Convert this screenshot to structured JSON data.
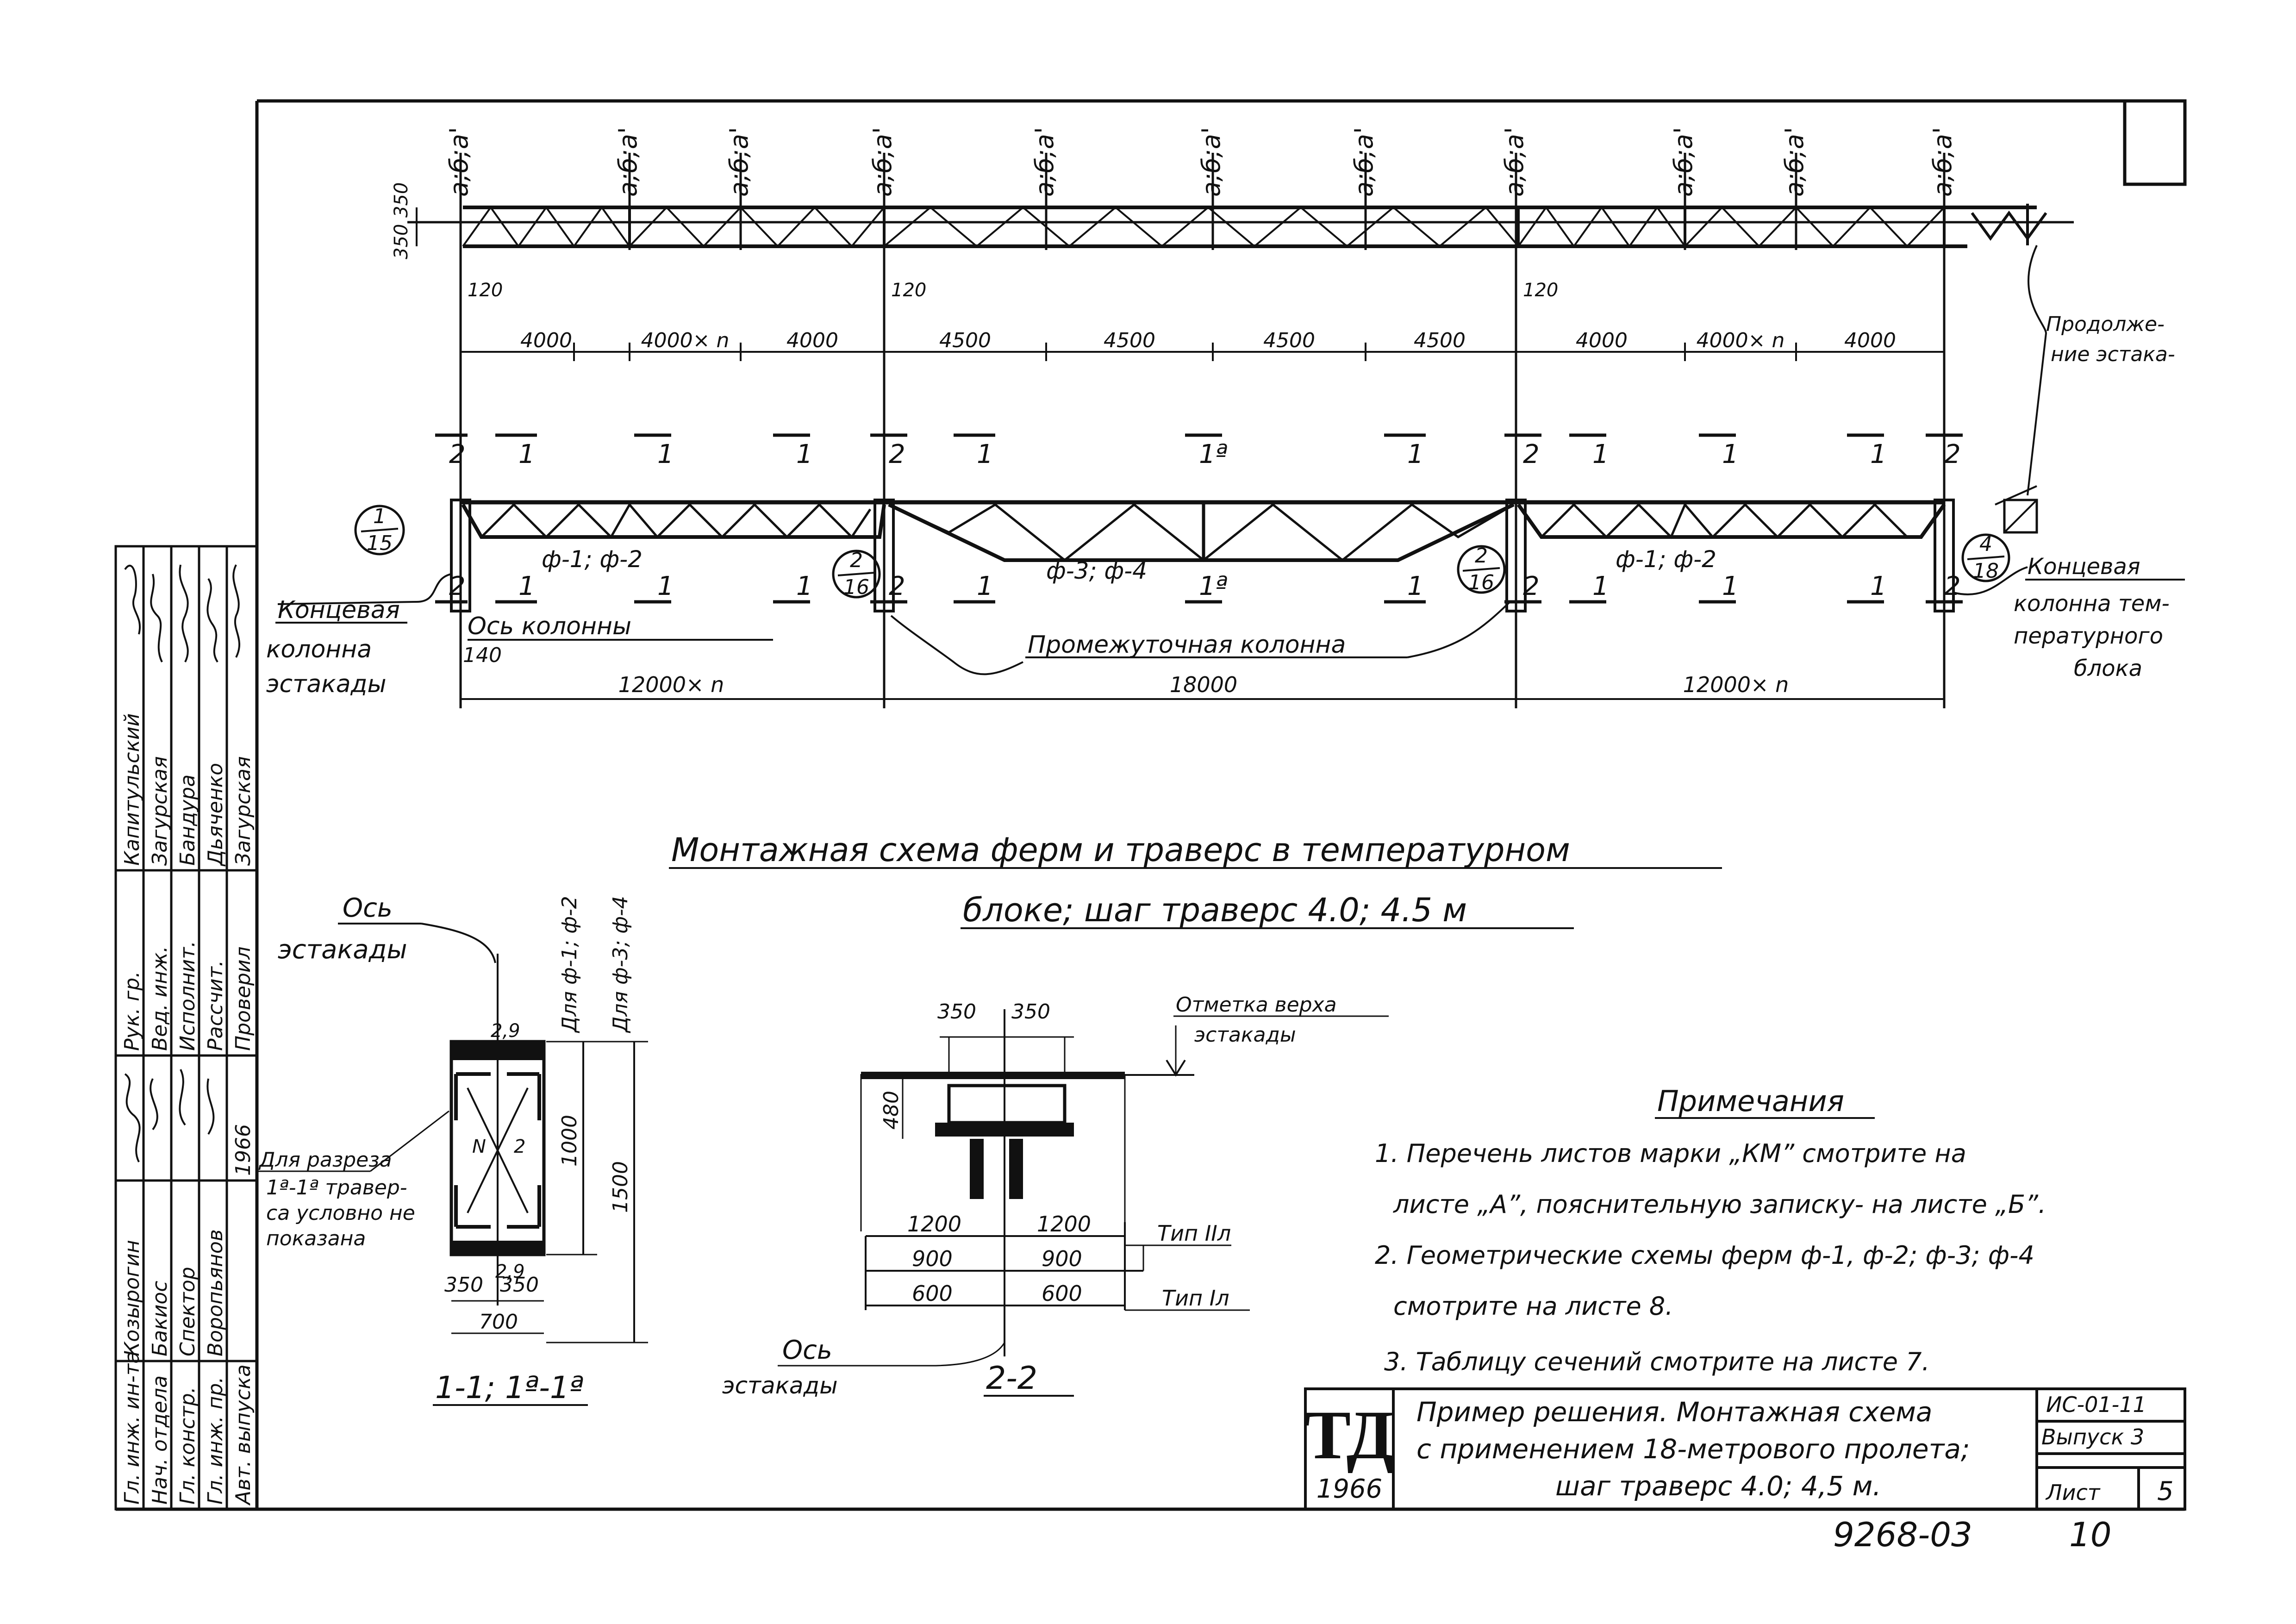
{
  "dim_top": {
    "h350a": "350",
    "h350b": "350",
    "spans_row": [
      "4000",
      "4000× n",
      "4000",
      "4500",
      "4500",
      "4500",
      "4500",
      "4000",
      "4000× n",
      "4000"
    ],
    "offsets": [
      "120",
      "120",
      "120"
    ],
    "bottom_row": [
      "12000× n",
      "18000",
      "12000× n"
    ],
    "offset_140": "140"
  },
  "truss_marks": [
    "а;б;а'",
    "а;б;а'",
    "а;б;а'",
    "а;б;а'",
    "а;б;а'",
    "а;б;а'",
    "а;б;а'",
    "а;б;а'",
    "а;б;а'",
    "а;б;а'",
    "а;б;а'"
  ],
  "section_marks": {
    "top": [
      "2",
      "1",
      "1",
      "1",
      "2",
      "1",
      "1ª",
      "1",
      "2",
      "1",
      "1",
      "1",
      "2"
    ],
    "bottom": [
      "2",
      "1",
      "1",
      "1",
      "2",
      "1",
      "1ª",
      "1",
      "2",
      "1",
      "1",
      "1",
      "2"
    ]
  },
  "truss_labels": [
    "ф-1; ф-2",
    "ф-3; ф-4",
    "ф-1; ф-2"
  ],
  "node_refs": [
    {
      "num": "1",
      "den": "15"
    },
    {
      "num": "2",
      "den": "16"
    },
    {
      "num": "2",
      "den": "16"
    },
    {
      "num": "4",
      "den": "18"
    }
  ],
  "callouts": {
    "end_column": [
      "Концевая",
      "колонна",
      "эстакады"
    ],
    "column_axis": "Ось колонны",
    "intermediate": "Промежуточная колонна",
    "end_column_block": [
      "Концевая",
      "колонна тем-",
      "пературного",
      "блока"
    ],
    "continuation": [
      "Продолжe-",
      "ние эстака-"
    ]
  },
  "main_title": [
    "Монтажная схема ферм и траверс в температурном",
    "блоке; шаг траверс 4.0; 4.5 м"
  ],
  "section_1": {
    "axis": [
      "Ось",
      "эстакады"
    ],
    "for_f12": "Для ф-1; ф-2",
    "for_f34": "Для ф-3; ф-4",
    "h1000": "1000",
    "h1500": "1500",
    "b350a": "350",
    "b350b": "350",
    "b700": "700",
    "n29a": "2,9",
    "n29b": "2,9",
    "nN": "N",
    "n2": "2",
    "note": [
      "Для разреза",
      "1ª-1ª травер-",
      "са условно не",
      "показана"
    ],
    "caption": "1-1; 1ª-1ª"
  },
  "section_2": {
    "w350a": "350",
    "w350b": "350",
    "h480": "480",
    "level": [
      "Отметка верха",
      "эстакады"
    ],
    "rows": [
      {
        "left": "1200",
        "right": "1200",
        "type": "Тип IIл"
      },
      {
        "left": "900",
        "right": "900",
        "type": ""
      },
      {
        "left": "600",
        "right": "600",
        "type": "Тип Iл"
      }
    ],
    "axis": [
      "Ось",
      "эстакады"
    ],
    "caption": "2-2"
  },
  "notes": {
    "title": "Примечания",
    "lines": [
      "1. Перечень листов марки „КМ” смотрите на",
      "листе „А”, пояснительную записку- на листе „Б”.",
      "2. Геометрические схемы ферм ф-1, ф-2; ф-3; ф-4",
      "смотрите на листе 8.",
      "3. Таблицу сечений смотрите на листе 7."
    ]
  },
  "stamp": {
    "roles": [
      "Гл. инж. ин-та",
      "Нач. отдела",
      "Гл. констр.",
      "Гл. инж. пр.",
      "Авт. выпуска",
      "Рук. гр.",
      "Вед. инж.",
      "Исполнит.",
      "Рассчит.",
      "Проверил"
    ],
    "names": [
      "Козырогин",
      "Бакиос",
      "Спектор",
      "Воропьянов",
      "",
      "Капитульский",
      "Загурская",
      "Бандура",
      "Дьяченко",
      "Загурская"
    ],
    "year": "1966"
  },
  "title_block": {
    "logo": "ТД",
    "logo_year": "1966",
    "title": [
      "Пример решения. Монтажная схема",
      "с применением 18-метрового пролета;",
      "шаг траверс 4.0; 4,5 м."
    ],
    "series": "ИС-01-11",
    "issue": "Выпуск 3",
    "sheet_label": "Лист",
    "sheet_no": "5",
    "doc_no": "9268-03",
    "doc_sheet": "10"
  }
}
